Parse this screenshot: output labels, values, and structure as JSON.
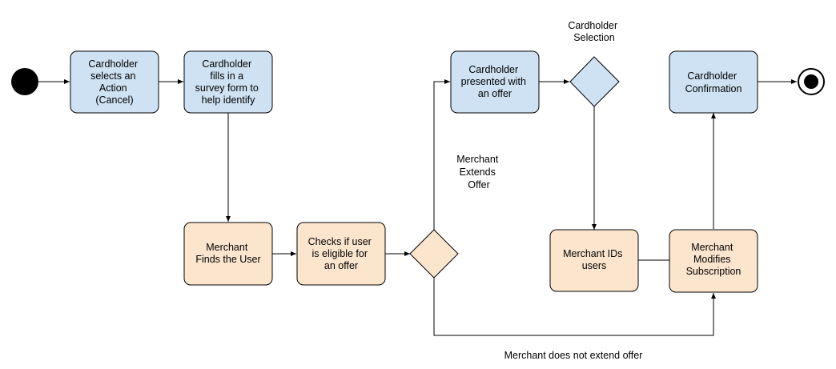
{
  "colors": {
    "cardholder_fill": "#cfe2f3",
    "merchant_fill": "#fce5cd",
    "stroke": "#000000",
    "background": "#ffffff"
  },
  "nodes": {
    "start": {
      "type": "start"
    },
    "end": {
      "type": "end"
    },
    "cardholder_cancel": {
      "lines": [
        "Cardholder",
        "selects an",
        "Action",
        "(Cancel)"
      ]
    },
    "cardholder_survey": {
      "lines": [
        "Cardholder",
        "fills in a",
        "survey form to",
        "help identify"
      ]
    },
    "merchant_finds": {
      "lines": [
        "Merchant",
        "Finds the User"
      ]
    },
    "checks_eligible": {
      "lines": [
        "Checks if user",
        "is eligible for",
        "an offer"
      ]
    },
    "cardholder_offer": {
      "lines": [
        "Cardholder",
        "presented with",
        "an offer"
      ]
    },
    "merchant_ids": {
      "lines": [
        "Merchant IDs",
        "users"
      ]
    },
    "merchant_modifies": {
      "lines": [
        "Merchant",
        "Modifies",
        "Subscription"
      ]
    },
    "cardholder_confirmation": {
      "lines": [
        "Cardholder",
        "Confirmation"
      ]
    },
    "decision_offer": {
      "type": "decision"
    },
    "decision_selection": {
      "type": "decision"
    }
  },
  "labels": {
    "cardholder_selection": [
      "Cardholder",
      "Selection"
    ],
    "merchant_extends": [
      "Merchant",
      "Extends",
      "Offer"
    ],
    "merchant_not_extend": [
      "Merchant does not extend offer"
    ]
  }
}
